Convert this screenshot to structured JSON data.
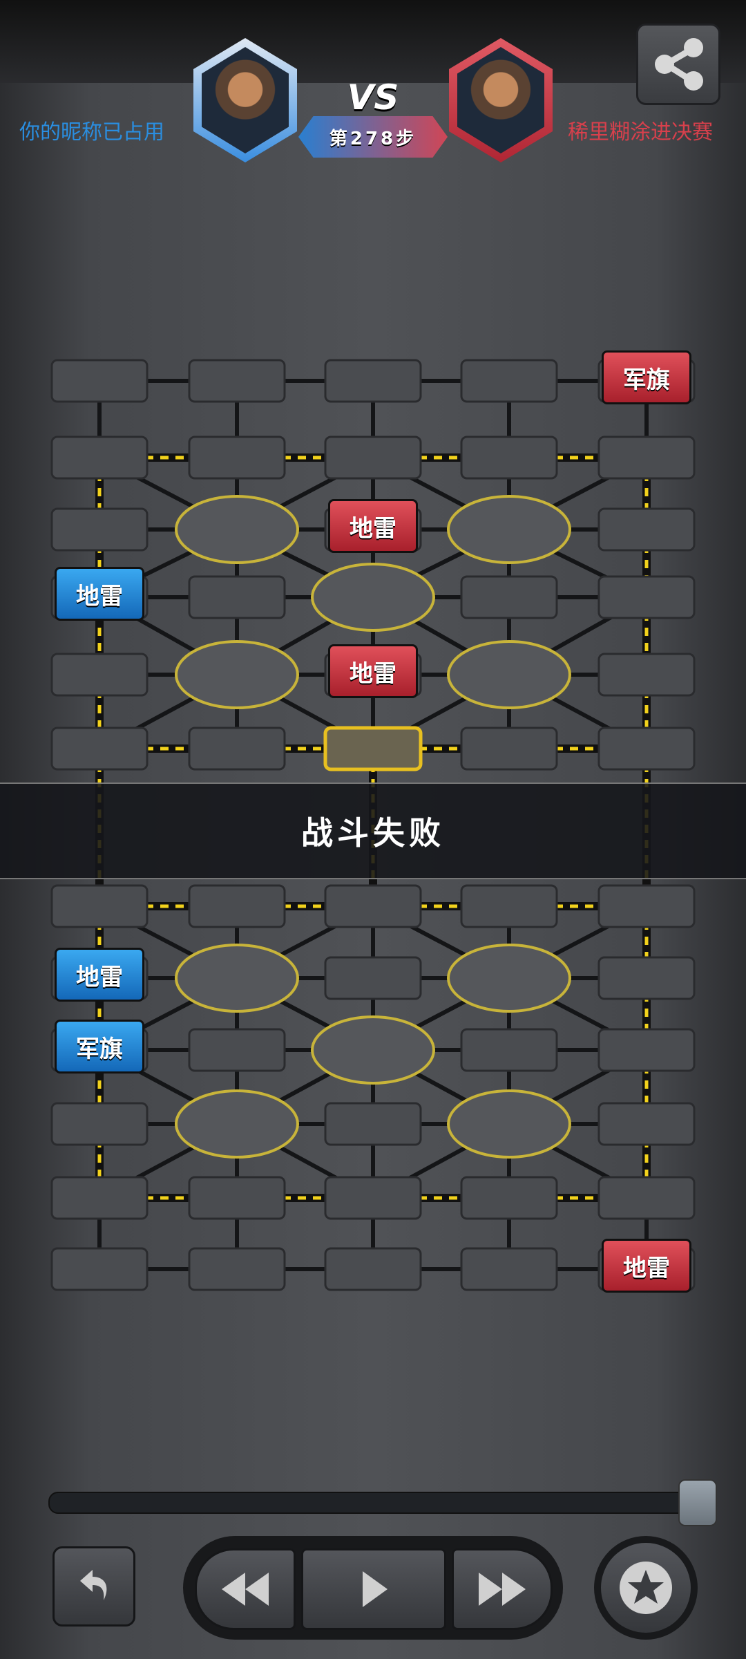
{
  "header": {
    "player_left": {
      "name": "你的昵称已占用",
      "color": "#2a8ee0"
    },
    "player_right": {
      "name": "稀里糊涂进决赛",
      "color": "#d8404c"
    },
    "vs_label": "VS",
    "step_label": "第278步",
    "share_icon": "share-icon"
  },
  "board": {
    "highlight": {
      "half": "top",
      "row": 5,
      "col": 2
    },
    "pieces": [
      {
        "label": "军旗",
        "side": "red",
        "half": "top",
        "row": 0,
        "col": 4
      },
      {
        "label": "地雷",
        "side": "red",
        "half": "top",
        "row": 2,
        "col": 2
      },
      {
        "label": "地雷",
        "side": "blue",
        "half": "top",
        "row": 3,
        "col": 0
      },
      {
        "label": "地雷",
        "side": "red",
        "half": "top",
        "row": 4,
        "col": 2
      },
      {
        "label": "地雷",
        "side": "blue",
        "half": "bottom",
        "row": 1,
        "col": 0
      },
      {
        "label": "军旗",
        "side": "blue",
        "half": "bottom",
        "row": 2,
        "col": 0
      },
      {
        "label": "地雷",
        "side": "red",
        "half": "bottom",
        "row": 5,
        "col": 4
      }
    ]
  },
  "result_banner": "战斗失败",
  "replay": {
    "progress_percent": 100,
    "buttons": [
      "undo-icon",
      "rewind-icon",
      "play-icon",
      "fast-forward-icon",
      "star-icon"
    ]
  },
  "colors": {
    "red": "#d8404c",
    "blue": "#2a8ee0",
    "railway": "#f2d21c",
    "camp_outline": "#c8b43a"
  }
}
